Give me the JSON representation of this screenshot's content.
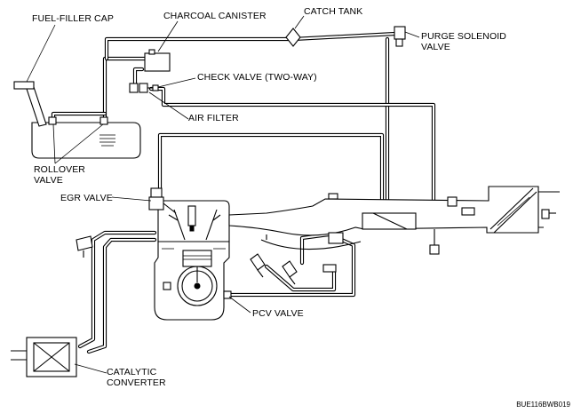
{
  "labels": {
    "fuel_filler_cap": "FUEL-FILLER CAP",
    "charcoal_canister": "CHARCOAL CANISTER",
    "catch_tank": "CATCH TANK",
    "purge_solenoid_valve_line1": "PURGE SOLENOID",
    "purge_solenoid_valve_line2": "VALVE",
    "check_valve": "CHECK VALVE (TWO-WAY)",
    "air_filter": "AIR FILTER",
    "rollover_valve_line1": "ROLLOVER",
    "rollover_valve_line2": "VALVE",
    "egr_valve": "EGR VALVE",
    "pcv_valve": "PCV VALVE",
    "catalytic_converter_line1": "CATALYTIC",
    "catalytic_converter_line2": "CONVERTER"
  },
  "figure_code": "BUE116BWB019"
}
